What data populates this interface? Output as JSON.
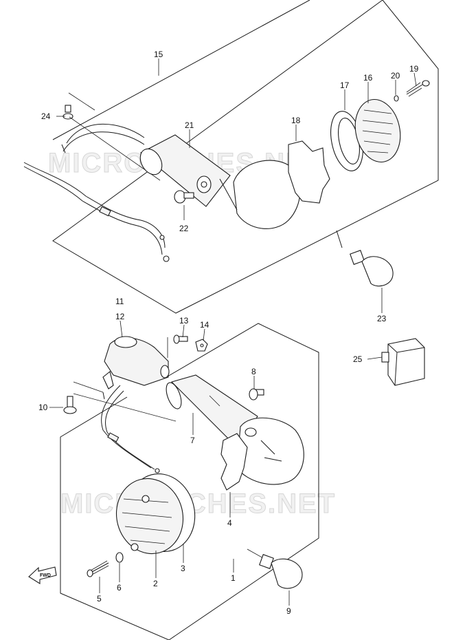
{
  "watermark": "MICROFICHES.NET",
  "fwd_label": "FWD",
  "callouts": [
    {
      "id": "15",
      "label": "15"
    },
    {
      "id": "24",
      "label": "24"
    },
    {
      "id": "21",
      "label": "21"
    },
    {
      "id": "22",
      "label": "22"
    },
    {
      "id": "18",
      "label": "18"
    },
    {
      "id": "17",
      "label": "17"
    },
    {
      "id": "16",
      "label": "16"
    },
    {
      "id": "20",
      "label": "20"
    },
    {
      "id": "19",
      "label": "19"
    },
    {
      "id": "23",
      "label": "23"
    },
    {
      "id": "11",
      "label": "11"
    },
    {
      "id": "12",
      "label": "12"
    },
    {
      "id": "13",
      "label": "13"
    },
    {
      "id": "14",
      "label": "14"
    },
    {
      "id": "8",
      "label": "8"
    },
    {
      "id": "10",
      "label": "10"
    },
    {
      "id": "7",
      "label": "7"
    },
    {
      "id": "25",
      "label": "25"
    },
    {
      "id": "4",
      "label": "4"
    },
    {
      "id": "5",
      "label": "5"
    },
    {
      "id": "6",
      "label": "6"
    },
    {
      "id": "2",
      "label": "2"
    },
    {
      "id": "3",
      "label": "3"
    },
    {
      "id": "1",
      "label": "1"
    },
    {
      "id": "9",
      "label": "9"
    }
  ]
}
